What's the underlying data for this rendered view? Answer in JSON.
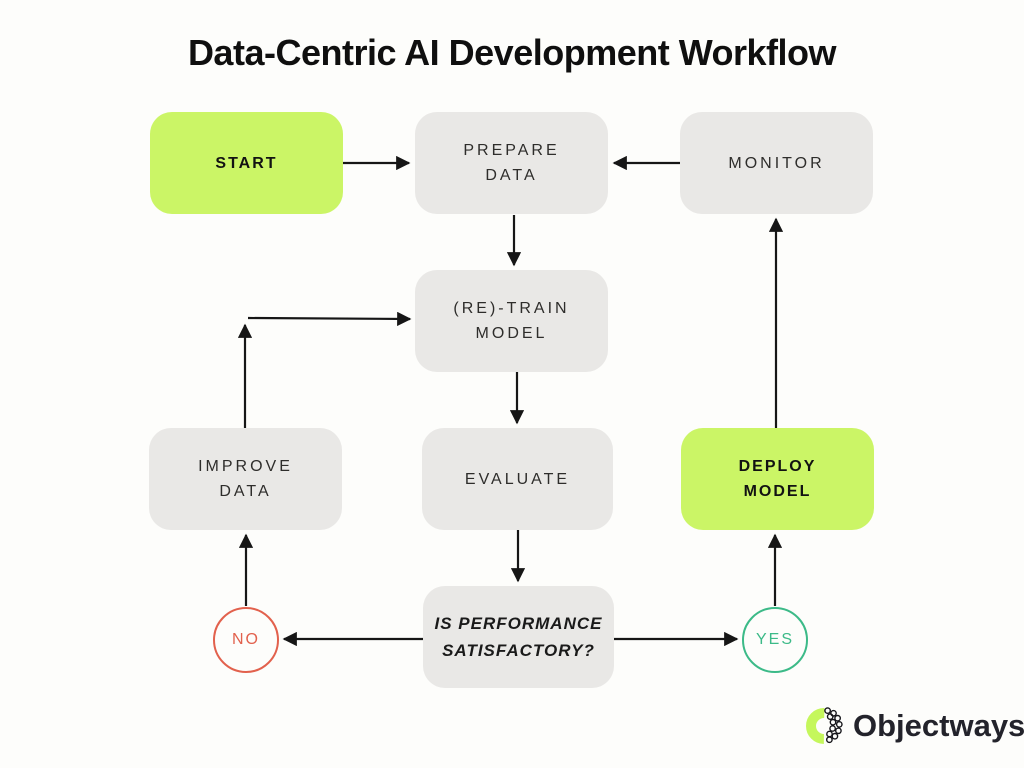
{
  "title": "Data-Centric AI Development Workflow",
  "colors": {
    "accent_green": "#cbf566",
    "node_gray": "#e9e8e6",
    "no_red": "#e2614d",
    "yes_green": "#3cba88",
    "arrow": "#161616"
  },
  "nodes": {
    "start": {
      "label": "START",
      "style": "green-bold"
    },
    "prepare_data": {
      "label": "PREPARE\nDATA",
      "style": "gray"
    },
    "monitor": {
      "label": "MONITOR",
      "style": "gray"
    },
    "retrain_model": {
      "label": "(RE)-TRAIN\nMODEL",
      "style": "gray"
    },
    "improve_data": {
      "label": "IMPROVE\nDATA",
      "style": "gray"
    },
    "evaluate": {
      "label": "EVALUATE",
      "style": "gray"
    },
    "deploy_model": {
      "label": "DEPLOY\nMODEL",
      "style": "green-bold"
    },
    "decision": {
      "label": "IS PERFORMANCE\nSATISFACTORY?",
      "style": "gray-bold-italic"
    },
    "no": {
      "label": "NO",
      "style": "red-circle"
    },
    "yes": {
      "label": "YES",
      "style": "green-circle"
    }
  },
  "edges": [
    {
      "from": "start",
      "to": "prepare_data"
    },
    {
      "from": "monitor",
      "to": "prepare_data"
    },
    {
      "from": "prepare_data",
      "to": "retrain_model"
    },
    {
      "from": "retrain_model",
      "to": "evaluate"
    },
    {
      "from": "evaluate",
      "to": "decision"
    },
    {
      "from": "decision",
      "to": "no"
    },
    {
      "from": "no",
      "to": "improve_data"
    },
    {
      "from": "improve_data",
      "to": "retrain_model"
    },
    {
      "from": "decision",
      "to": "yes"
    },
    {
      "from": "yes",
      "to": "deploy_model"
    },
    {
      "from": "deploy_model",
      "to": "monitor"
    }
  ],
  "logo": {
    "text": "Objectways"
  }
}
